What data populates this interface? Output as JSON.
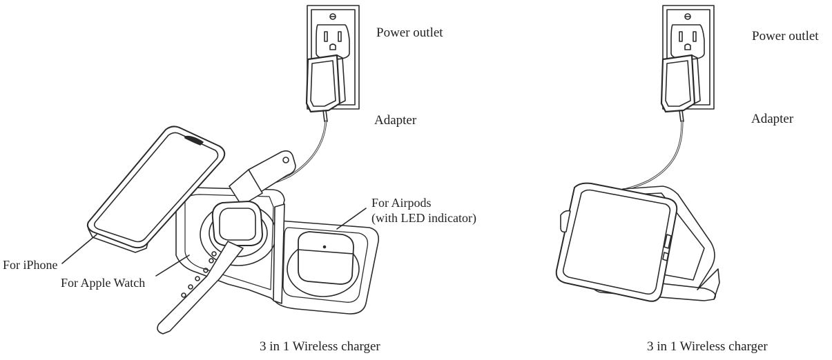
{
  "left_figure": {
    "labels": {
      "power_outlet": "Power outlet",
      "adapter": "Adapter",
      "for_airpods": "For Airpods",
      "led_indicator": "(with LED indicator)",
      "for_iphone": "For iPhone",
      "for_apple_watch": "For Apple Watch"
    },
    "caption": "3 in 1 Wireless charger"
  },
  "right_figure": {
    "labels": {
      "power_outlet": "Power outlet",
      "adapter": "Adapter"
    },
    "caption": "3 in 1 Wireless charger"
  },
  "colors": {
    "line": "#2a2a2a",
    "fill": "#ffffff",
    "shade": "#d9d9d9",
    "accent": "#4a86c8"
  }
}
